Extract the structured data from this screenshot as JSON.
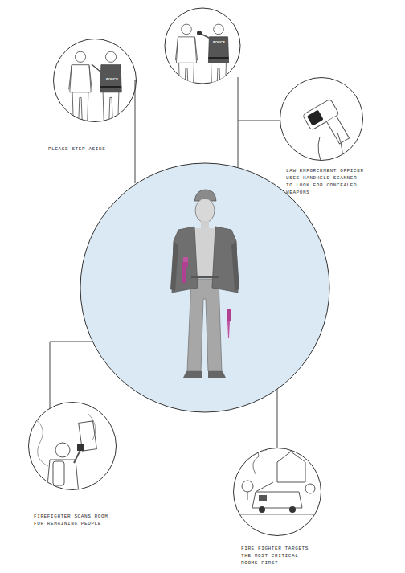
{
  "diagram": {
    "nodes": [
      {
        "text": [
          "PLEASE STEP ASIDE"
        ]
      },
      {
        "text": [
          "LAW ENFORCEMENT OFFICER USES HANDHELD SCANNER TO LOOK FOR CONCEALED WEAPONS"
        ]
      },
      {
        "text": [
          "FIREFIGHTER SCANS ROOM FOR REMAINING PEOPLE"
        ]
      },
      {
        "text": [
          "FIRE FIGHTER TARGETS THE MOST CRITICAL ROOMS FIRST"
        ]
      }
    ],
    "labels": [
      "POLICE",
      "POLICE"
    ]
  }
}
